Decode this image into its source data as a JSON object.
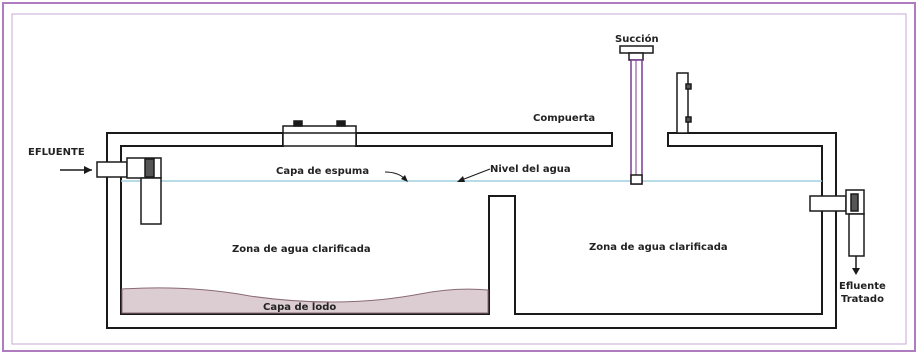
{
  "labels": {
    "efluente": "EFLUENTE",
    "succion": "Succión",
    "compuerta": "Compuerta",
    "capa_espuma": "Capa de espuma",
    "nivel_agua": "Nivel del agua",
    "zona_izq": "Zona de agua clarificada",
    "zona_der": "Zona de agua clarificada",
    "capa_lodo": "Capa de lodo",
    "efluente_tratado_1": "Efluente",
    "efluente_tratado_2": "Tratado"
  },
  "colors": {
    "frame_border": "#b07cc0",
    "water_line": "#9fd0e0",
    "sludge": "#dccdd2",
    "wall": "#1a1a1a",
    "pipe_purple": "#7a3d8f"
  }
}
